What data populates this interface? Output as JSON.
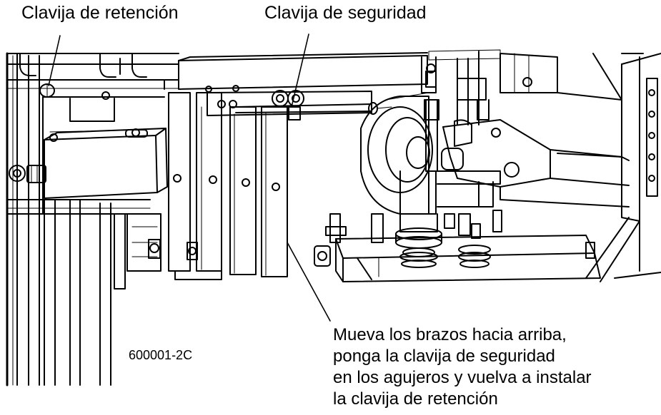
{
  "callouts": {
    "retention_pin": "Clavija de retención",
    "safety_pin": "Clavija de seguridad"
  },
  "part_number": "600001-2C",
  "instructions": {
    "line1": "Mueva los brazos hacia arriba,",
    "line2": "ponga la clavija de seguridad",
    "line3": "en los agujeros y vuelva a instalar",
    "line4": "la clavija de retención"
  },
  "colors": {
    "line": "#000000",
    "fill": "#ffffff"
  }
}
